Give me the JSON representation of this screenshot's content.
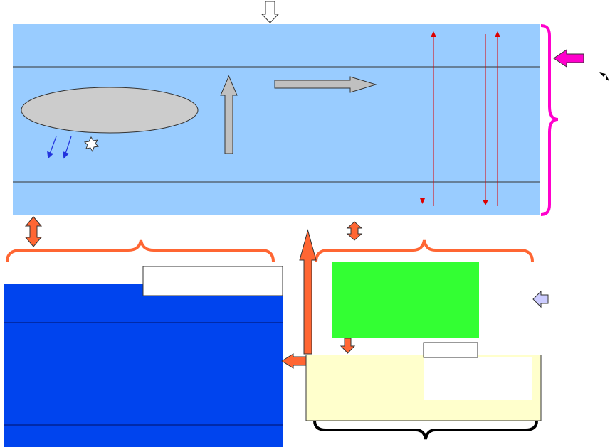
{
  "diagram": {
    "title": "",
    "colors": {
      "upper_panel": "#99ccff",
      "lower_left_panel": "#0044ee",
      "green_box": "#33ff33",
      "cream_region": "#ffffcc",
      "ellipse": "#cccccc",
      "gray_arrow": "#c0c0c0",
      "orange_accent": "#ff6633",
      "magenta_accent": "#ff00cc",
      "red_lines": "#dd0000",
      "blue_small_arrows": "#2233dd",
      "black_brace": "#000000",
      "lavender_arrow": "#ccccff"
    },
    "elements": [
      "upper-panel",
      "ellipse",
      "star-burst",
      "vertical-gray-arrow",
      "horizontal-gray-arrow",
      "red-vertical-lines",
      "magenta-brace",
      "magenta-arrow",
      "orange-braces",
      "orange-arrows",
      "blue-panel",
      "green-box",
      "cream-region",
      "black-brace",
      "label-boxes"
    ]
  }
}
